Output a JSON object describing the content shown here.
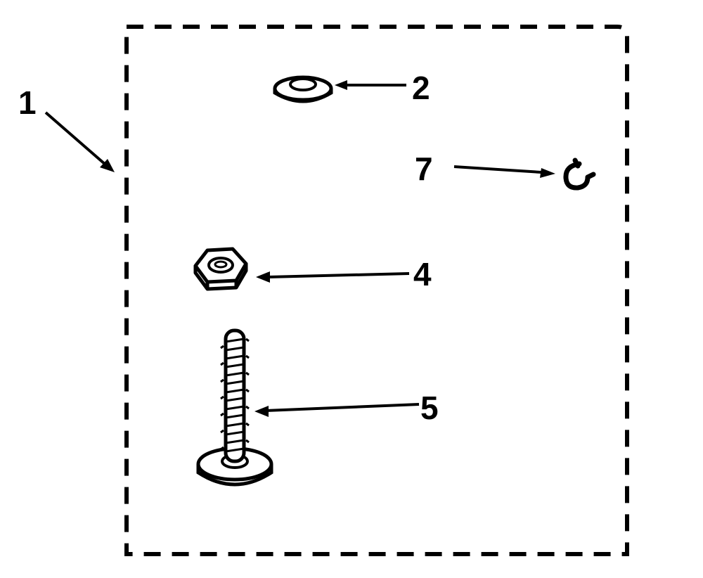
{
  "diagram": {
    "callouts": [
      {
        "id": "1",
        "label": "1",
        "part": "parts-kit-boundary"
      },
      {
        "id": "2",
        "label": "2",
        "part": "washer"
      },
      {
        "id": "4",
        "label": "4",
        "part": "hex-nut"
      },
      {
        "id": "5",
        "label": "5",
        "part": "screw"
      },
      {
        "id": "7",
        "label": "7",
        "part": "clip"
      }
    ],
    "colors": {
      "line": "#000000",
      "background": "#ffffff"
    }
  }
}
